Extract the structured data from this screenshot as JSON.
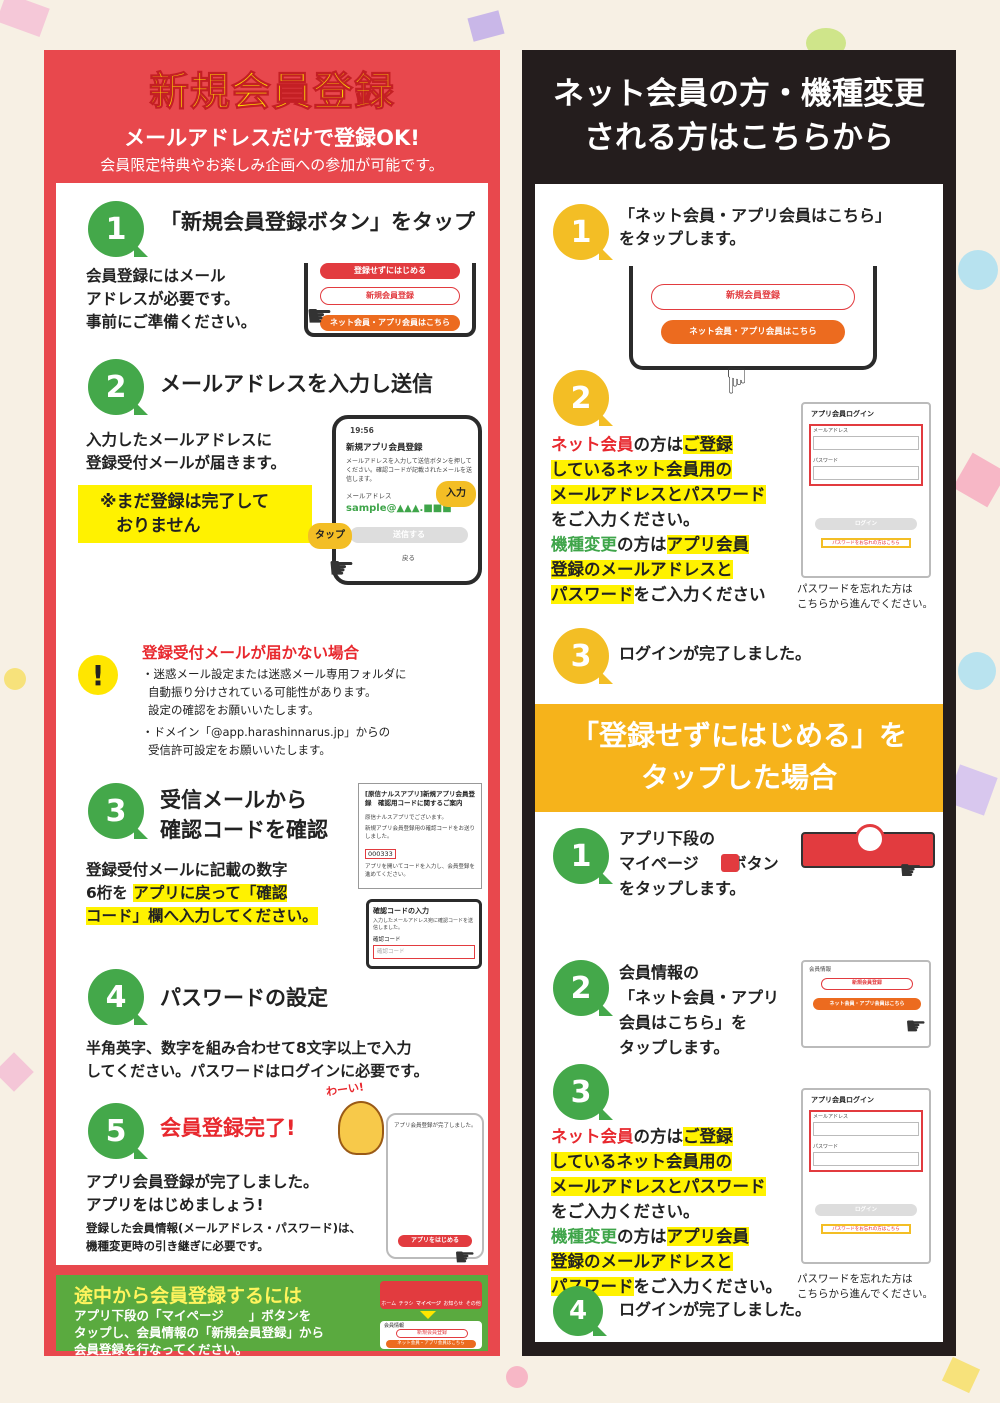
{
  "left": {
    "title": "新規会員登録",
    "subtitle": "メールアドレスだけで登録OK!",
    "tagline": "会員限定特典やお楽しみ企画への参加が可能です。",
    "steps": [
      {
        "num": "1",
        "title": "「新規会員登録ボタン」をタップ",
        "lines": [
          "会員登録にはメール",
          "アドレスが必要です。",
          "事前にご準備ください。"
        ],
        "screen": {
          "btn_top": "登録せずにはじめる",
          "btn_mid": "新規会員登録",
          "btn_bottom": "ネット会員・アプリ会員はこちら"
        }
      },
      {
        "num": "2",
        "title": "メールアドレスを入力し送信",
        "lines": [
          "入力したメールアドレスに",
          "登録受付メールが届きます。"
        ],
        "note_lines": [
          "※まだ登録は完了して",
          "おりません"
        ],
        "screen": {
          "time": "19:56",
          "heading": "新規アプリ会員登録",
          "desc": "メールアドレスを入力して送信ボタンを押してください。確認コードが記載されたメールを送信します。",
          "field_label": "メールアドレス",
          "field_value": "sample@▲▲▲.■■■",
          "send_btn": "送信する",
          "back": "戻る",
          "tag_input": "入力",
          "tag_tap": "タップ"
        }
      }
    ],
    "warning": {
      "title": "登録受付メールが届かない場合",
      "lines": [
        "・迷惑メール設定または迷惑メール専用フォルダに",
        "自動振り分けされている可能性があります。",
        "設定の確認をお願いいたします。",
        "・ドメイン「@app.harashinnarus.jp」からの",
        "受信許可設定をお願いいたします。"
      ]
    },
    "step3": {
      "num": "3",
      "title_lines": [
        "受信メールから",
        "確認コードを確認"
      ],
      "line1": "登録受付メールに記載の数字",
      "line2a": "6桁を ",
      "line2b": "アプリに戻って「確認",
      "line3": "コード」欄へ入力してください。",
      "mail": {
        "subject": "[原信ナルスアプリ]新規アプリ会員登録　確認用コードに関するご案内",
        "body1": "原信ナルスアプリでございます。",
        "body2": "新規アプリ会員登録用の確認コードをお送りしました。",
        "code": "000333",
        "body3": "アプリを開いてコードを入力し、会員登録を進めてください。"
      },
      "code_screen": {
        "heading": "確認コードの入力",
        "desc": "入力したメールアドレス宛に確認コードを送信しました。",
        "field_label": "確認コード",
        "placeholder": "確認コード"
      }
    },
    "step4": {
      "num": "4",
      "title": "パスワードの設定",
      "lines": [
        "半角英字、数字を組み合わせて8文字以上で入力",
        "してください。パスワードはログインに必要です。"
      ]
    },
    "step5": {
      "num": "5",
      "title": "会員登録完了!",
      "shout": "わーい!",
      "lines": [
        "アプリ会員登録が完了しました。",
        "アプリをはじめましょう!"
      ],
      "small_lines": [
        "登録した会員情報(メールアドレス・パスワード)は、",
        "機種変更時の引き継ぎに必要です。"
      ],
      "screen": {
        "heading": "アプリ会員登録が完了しました。",
        "btn": "アプリをはじめる"
      }
    },
    "midway": {
      "title": "途中から会員登録するには",
      "lines": [
        "アプリ下段の「マイページ　　」ボタンを",
        "タップし、会員情報の「新規会員登録」から",
        "会員登録を行なってください。"
      ],
      "screen": {
        "tabs": [
          "ホーム",
          "チラシ",
          "マイページ",
          "お知らせ",
          "その他"
        ],
        "section": "会員情報",
        "btn1": "新規会員登録",
        "btn2": "ネット会員・アプリ会員はこちら"
      }
    }
  },
  "right": {
    "title_lines": [
      "ネット会員の方・機種変更",
      "される方はこちらから"
    ],
    "stepA1": {
      "num": "1",
      "lines": [
        "「ネット会員・アプリ会員はこちら」",
        "をタップします。"
      ],
      "btn1": "新規会員登録",
      "btn2": "ネット会員・アプリ会員はこちら"
    },
    "stepA2": {
      "num": "2",
      "segments": [
        [
          "ネット会員",
          "の方は",
          "ご登録"
        ],
        [
          "しているネット会員用の"
        ],
        [
          "メールアドレスとパスワード"
        ],
        [
          "をご入力ください。"
        ],
        [
          "機種変更",
          "の方は",
          "アプリ会員"
        ],
        [
          "登録のメールアドレスと"
        ],
        [
          "パスワード",
          "をご入力ください"
        ]
      ],
      "login": {
        "heading": "アプリ会員ログイン",
        "email": "メールアドレス",
        "password": "パスワード",
        "login_btn": "ログイン",
        "forgot": "パスワードをお忘れの方はこちら"
      },
      "forgot_caption": [
        "パスワードを忘れた方は",
        "こちらから進んでください。"
      ]
    },
    "stepA3": {
      "num": "3",
      "text": "ログインが完了しました。"
    },
    "band_lines": [
      "「登録せずにはじめる」を",
      "タップした場合"
    ],
    "stepB1": {
      "num": "1",
      "lines": [
        "アプリ下段の",
        "マイページ　　ボタン",
        "をタップします。"
      ]
    },
    "stepB2": {
      "num": "2",
      "lines": [
        "会員情報の",
        "「ネット会員・アプリ",
        "会員はこちら」を",
        "タップします。"
      ],
      "section": "会員情報",
      "btn1": "新規会員登録",
      "btn2": "ネット会員・アプリ会員はこちら"
    },
    "stepB3": {
      "num": "3",
      "segments": [
        [
          "ネット会員",
          "の方は",
          "ご登録"
        ],
        [
          "しているネット会員用の"
        ],
        [
          "メールアドレスとパスワード"
        ],
        [
          "をご入力ください。"
        ],
        [
          "機種変更",
          "の方は",
          "アプリ会員"
        ],
        [
          "登録のメールアドレスと"
        ],
        [
          "パスワード",
          "をご入力ください。"
        ]
      ],
      "login": {
        "heading": "アプリ会員ログイン",
        "email": "メールアドレス",
        "password": "パスワード",
        "login_btn": "ログイン",
        "forgot": "パスワードをお忘れの方はこちら"
      },
      "forgot_caption": [
        "パスワードを忘れた方は",
        "こちらから進んでください。"
      ]
    },
    "stepB4": {
      "num": "4",
      "text": "ログインが完了しました。"
    }
  },
  "colors": {
    "red": "#e8484d",
    "green": "#44a84a",
    "yellow": "#f3be25",
    "dark": "#241d1d",
    "highlight": "#fff200"
  }
}
